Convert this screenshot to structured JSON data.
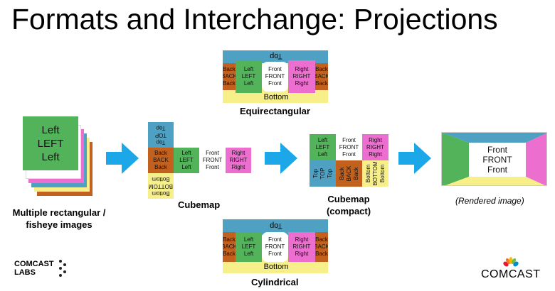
{
  "title": "Formats and Interchange: Projections",
  "faces": {
    "left": [
      "Left",
      "LEFT",
      "Left"
    ],
    "front": [
      "Front",
      "FRONT",
      "Front"
    ],
    "right": [
      "Right",
      "RIGHT",
      "Right"
    ],
    "back": [
      "Back",
      "BACK",
      "Back"
    ],
    "top": [
      "Top",
      "TOP",
      "Top"
    ],
    "bottom": [
      "Bottom",
      "BOTTOM",
      "Bottom"
    ]
  },
  "stack_card": [
    "Left",
    "LEFT",
    "Left"
  ],
  "labels": {
    "multiple": "Multiple rectangular /",
    "multiple2": "fisheye images",
    "cubemap": "Cubemap",
    "cubemap_compact": "Cubemap",
    "cubemap_compact2": "(compact)",
    "equirect": "Equirectangular",
    "cylindrical": "Cylindrical",
    "rendered": "(Rendered image)"
  },
  "arc_text": {
    "top": "Top",
    "bottom": "Bottom"
  },
  "logos": {
    "comcast_labs": "COMCAST",
    "comcast_labs2": "LABS",
    "comcast": "COMCAST"
  },
  "colors": {
    "green": "#52b35a",
    "pink": "#ec6fd0",
    "brown": "#c2611e",
    "blue": "#4fa1c4",
    "yellow": "#f7f08a",
    "arrow": "#1ba7e8"
  }
}
